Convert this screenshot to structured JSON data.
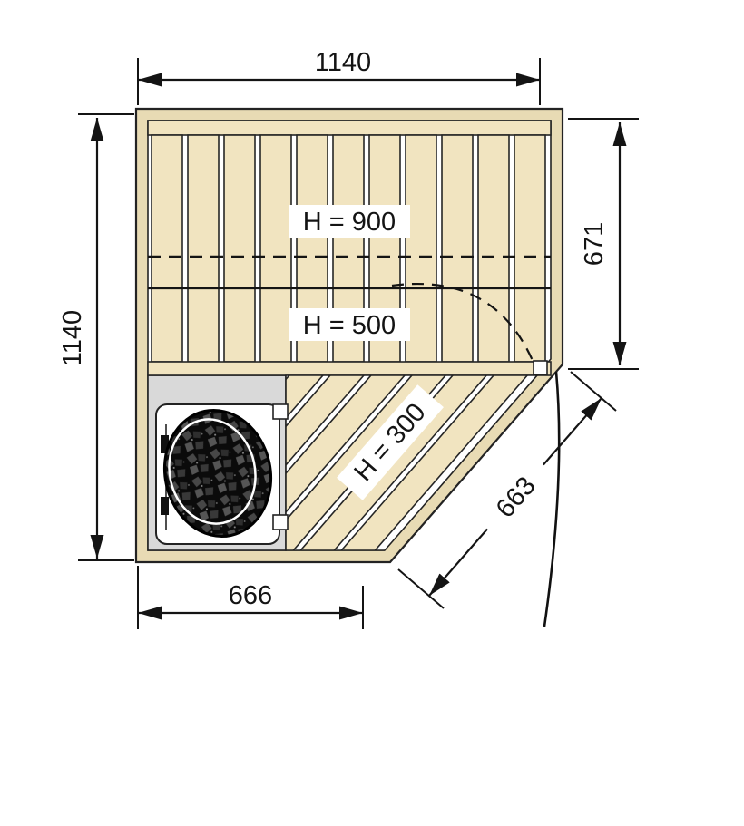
{
  "diagram": {
    "type": "corner-sauna-floor-plan",
    "dim_top": "1140",
    "dim_left": "1140",
    "dim_right": "671",
    "dim_diagonal": "663",
    "dim_bottom": "666",
    "label_bench_900": "H = 900",
    "label_bench_500": "H = 500",
    "label_bench_300": "H = 300",
    "colors": {
      "wood": "#f1e4c0",
      "wall": "#e8dbb4",
      "floor": "#d9d9d9",
      "line": "#141414",
      "heater": "#0b0b0b",
      "background": "#ffffff"
    }
  }
}
